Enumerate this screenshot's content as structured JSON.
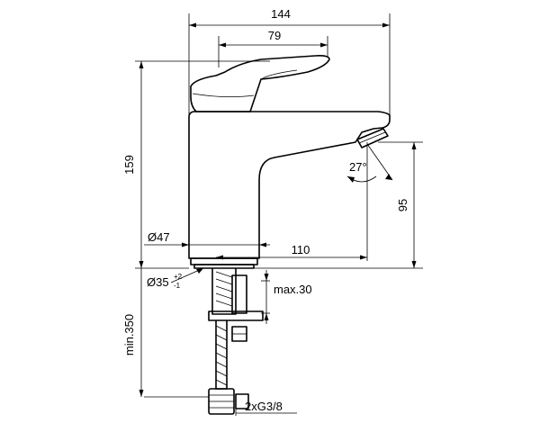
{
  "dimensions": {
    "overall_width": "144",
    "handle_width": "79",
    "total_height": "159",
    "body_diameter": "Ø47",
    "spout_reach": "110",
    "spout_height": "95",
    "spout_angle": "27°",
    "hole_diameter": "Ø35",
    "hole_tol_plus": "+2",
    "hole_tol_minus": "-1",
    "max_deck_thickness": "max.30",
    "min_hose_length": "min.350",
    "hose_connection": "2xG3/8"
  }
}
